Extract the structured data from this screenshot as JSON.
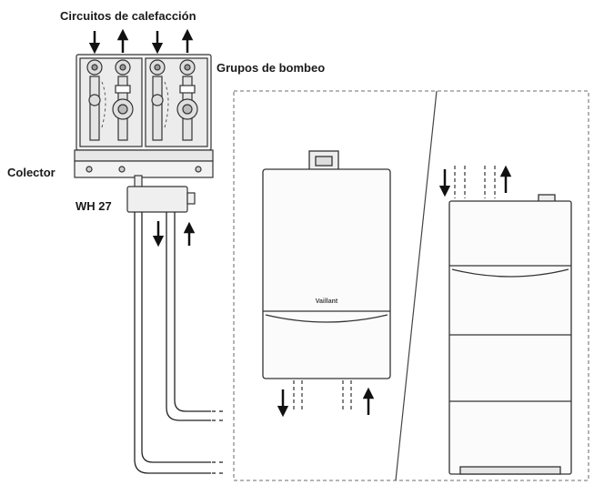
{
  "labels": {
    "heating_circuits": "Circuitos de calefacción",
    "pump_groups": "Grupos de bombeo",
    "collector": "Colector",
    "wh27": "WH 27"
  },
  "boiler_logo": "Vaillant",
  "colors": {
    "line": "#222222",
    "panel": "#f4f4f4",
    "dashed_frame": "#8a8a8a"
  }
}
